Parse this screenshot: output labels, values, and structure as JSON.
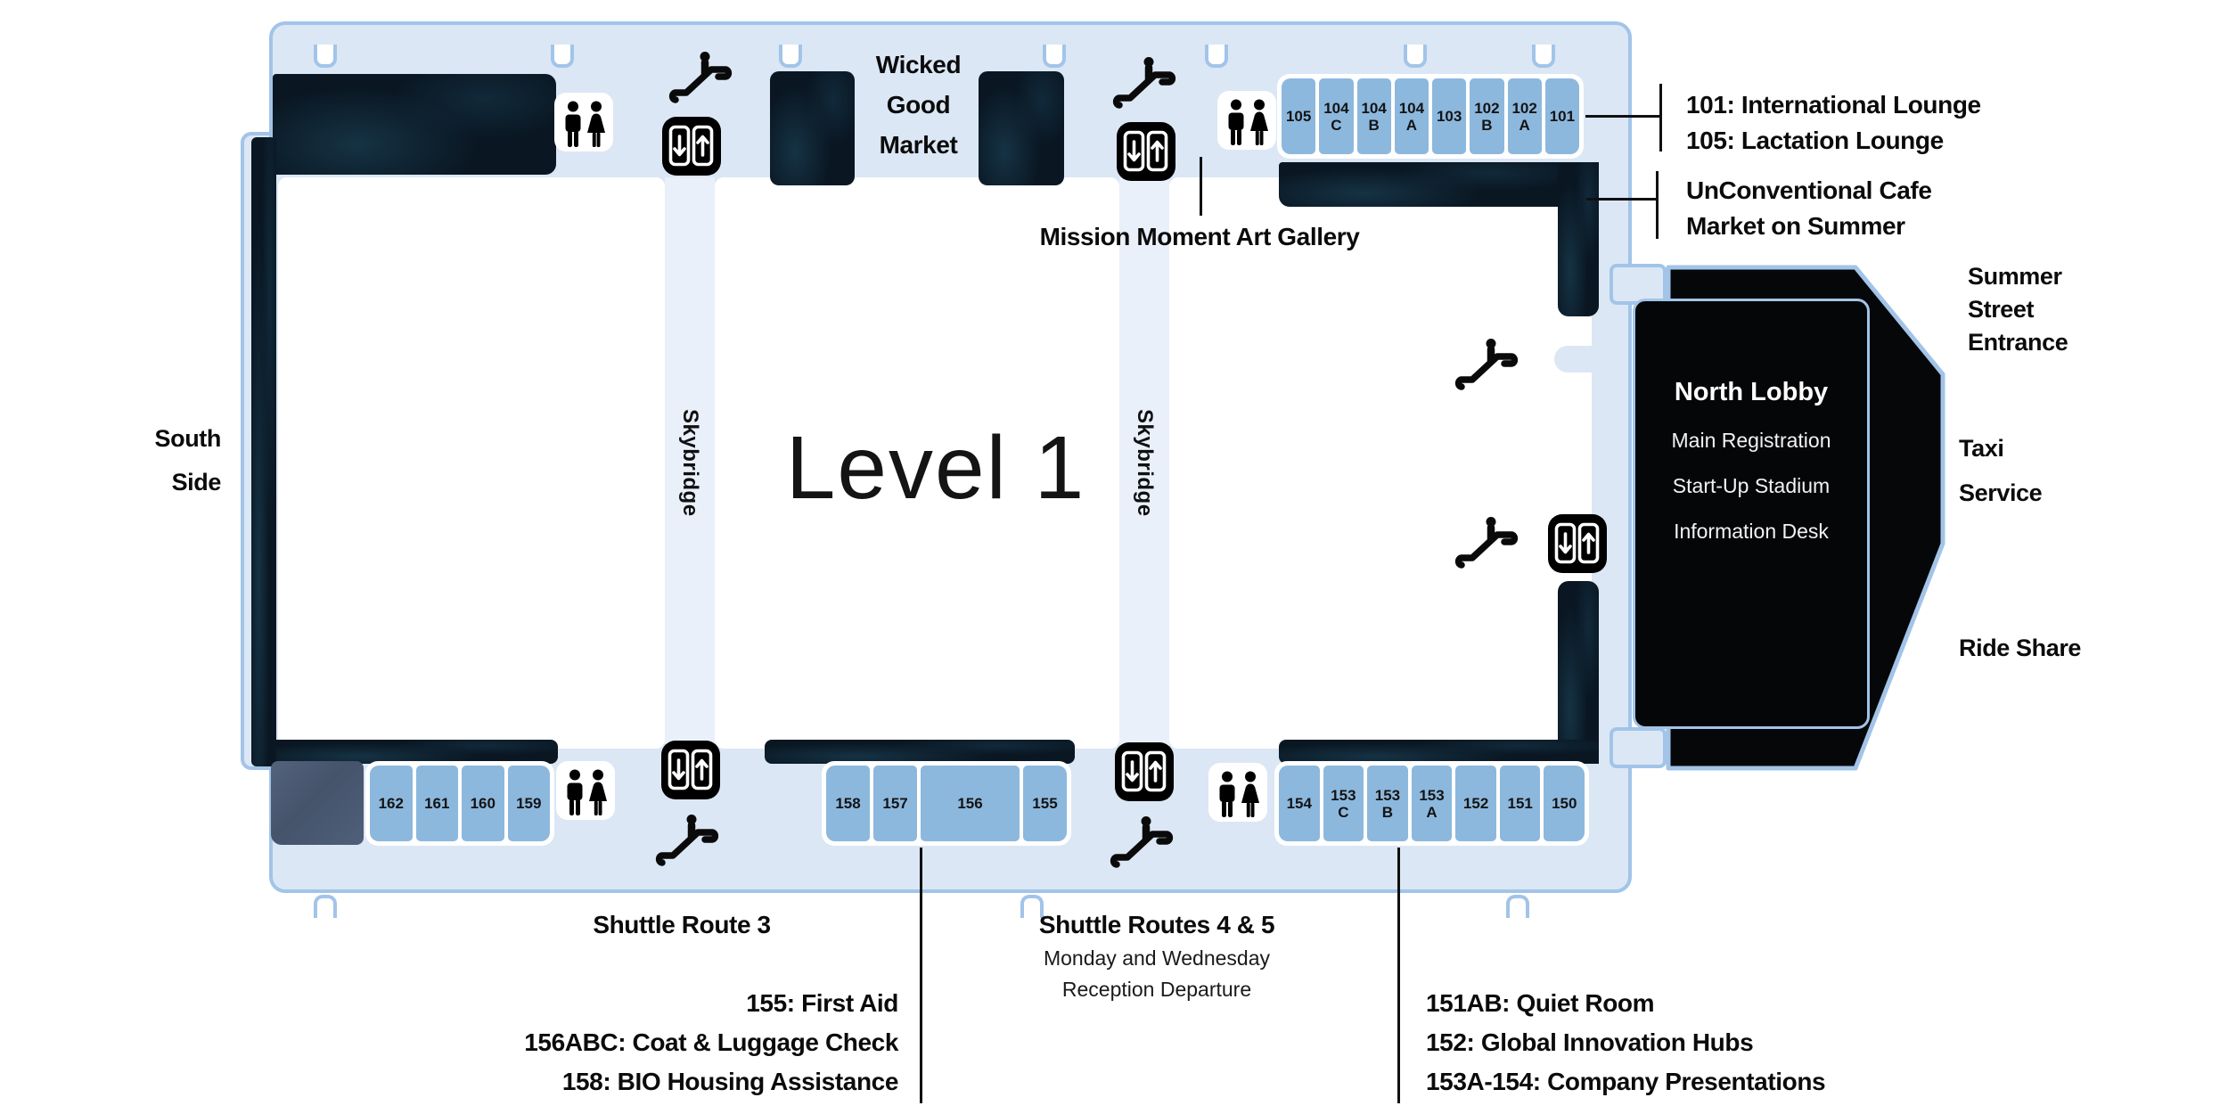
{
  "map": {
    "level_label": "Level 1",
    "skybridge_label": "Skybridge",
    "south_side": {
      "line1": "South",
      "line2": "Side"
    },
    "market": {
      "line1": "Wicked",
      "line2": "Good",
      "line3": "Market"
    },
    "art_gallery": "Mission Moment Art Gallery",
    "north_lobby": {
      "title": "North Lobby",
      "items": [
        "Main Registration",
        "Start-Up Stadium",
        "Information Desk"
      ]
    }
  },
  "rooms": {
    "top": [
      {
        "n": "105",
        "s": ""
      },
      {
        "n": "104",
        "s": "C"
      },
      {
        "n": "104",
        "s": "B"
      },
      {
        "n": "104",
        "s": "A"
      },
      {
        "n": "103",
        "s": ""
      },
      {
        "n": "102",
        "s": "B"
      },
      {
        "n": "102",
        "s": "A"
      },
      {
        "n": "101",
        "s": ""
      }
    ],
    "bottom_left": [
      {
        "n": "162",
        "s": ""
      },
      {
        "n": "161",
        "s": ""
      },
      {
        "n": "160",
        "s": ""
      },
      {
        "n": "159",
        "s": ""
      }
    ],
    "bottom_middle": [
      {
        "n": "158",
        "s": ""
      },
      {
        "n": "157",
        "s": ""
      },
      {
        "n": "156",
        "s": ""
      },
      {
        "n": "155",
        "s": ""
      }
    ],
    "bottom_right": [
      {
        "n": "154",
        "s": ""
      },
      {
        "n": "153",
        "s": "C"
      },
      {
        "n": "153",
        "s": "B"
      },
      {
        "n": "153",
        "s": "A"
      },
      {
        "n": "152",
        "s": ""
      },
      {
        "n": "151",
        "s": ""
      },
      {
        "n": "150",
        "s": ""
      }
    ]
  },
  "annotations": {
    "top_right_group1": [
      "101: International Lounge",
      "105: Lactation Lounge"
    ],
    "top_right_group2": [
      "UnConventional Cafe",
      "Market on Summer"
    ],
    "entrance": {
      "line1": "Summer",
      "line2": "Street",
      "line3": "Entrance"
    },
    "taxi": {
      "line1": "Taxi",
      "line2": "Service"
    },
    "ride_share": "Ride Share",
    "shuttle3": "Shuttle Route 3",
    "shuttle45": {
      "title": "Shuttle Routes 4 & 5",
      "sub1": "Monday and Wednesday",
      "sub2": "Reception Departure"
    },
    "list_left": [
      "155: First Aid",
      "156ABC: Coat & Luggage Check",
      "158: BIO Housing Assistance"
    ],
    "list_right": [
      "151AB: Quiet Room",
      "152: Global Innovation Hubs",
      "153A-154: Company Presentations"
    ]
  },
  "icons": {
    "elevator": "elevator-icon",
    "escalator": "escalator-icon",
    "restroom": "restroom-icon"
  },
  "colors": {
    "floor": "#dbe7f5",
    "outline": "#a2c4e8",
    "hall": "#ffffff",
    "room_fill": "#8cb8de",
    "dark_mass": "#0a1723",
    "gray_block": "#4b5a6c",
    "skybridge": "#e9f0fa",
    "lobby": "#050608",
    "text": "#0b0b0b"
  }
}
